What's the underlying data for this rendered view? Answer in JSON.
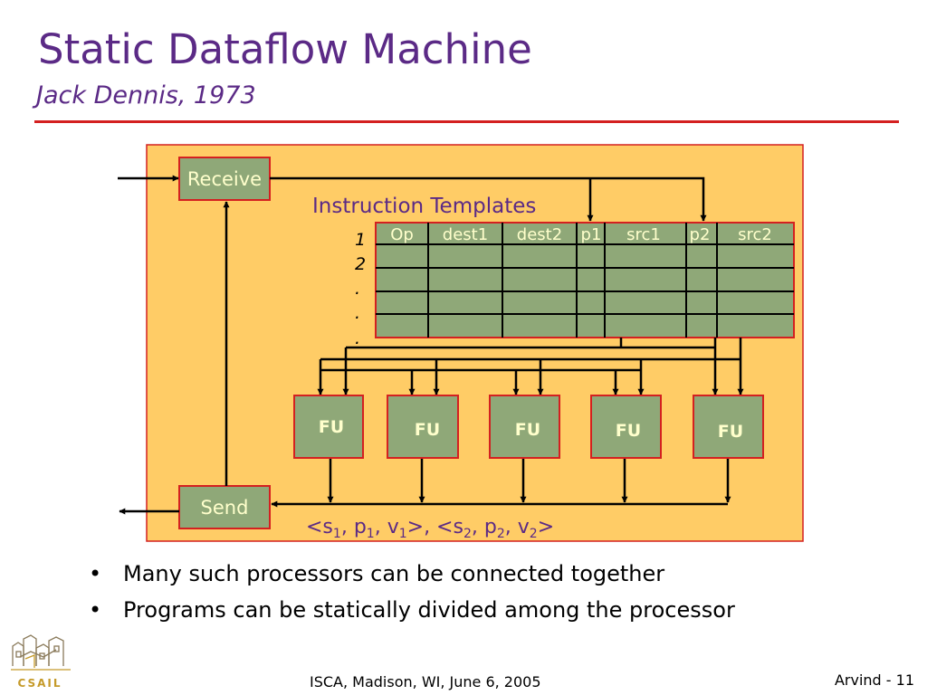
{
  "header": {
    "title": "Static Dataflow Machine",
    "subtitle": "Jack Dennis, 1973"
  },
  "diagram": {
    "receive_label": "Receive",
    "send_label": "Send",
    "templates_label": "Instruction Templates",
    "columns": [
      "Op",
      "dest1",
      "dest2",
      "p1",
      "src1",
      "p2",
      "src2"
    ],
    "row_markers": [
      "1",
      "2",
      ".",
      ".",
      "."
    ],
    "fu_labels": [
      "FU",
      "FU",
      "FU",
      "FU",
      "FU"
    ],
    "token_parts": [
      "<s",
      "1",
      ", p",
      "1",
      ", v",
      "1",
      ">, <s",
      "2",
      ", p",
      "2",
      ", v",
      "2",
      ">"
    ]
  },
  "bullets": [
    "Many such processors can be connected together",
    "Programs can be statically divided among the processor"
  ],
  "footer": {
    "center": "ISCA, Madison, WI, June 6, 2005",
    "right": "Arvind - 11"
  },
  "logo_text": "CSAIL",
  "colors": {
    "title": "#5b2a86",
    "rule": "#d42020",
    "panel": "#ffcc66",
    "box": "#8fa878",
    "box_border": "#d42020",
    "box_text": "#ffffcc"
  }
}
